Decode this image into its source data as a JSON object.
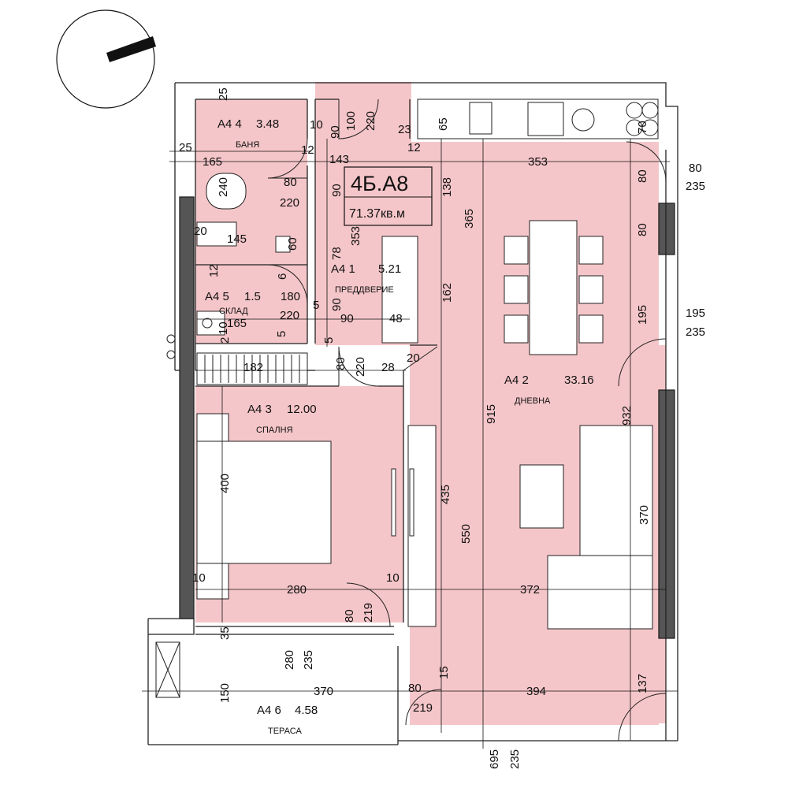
{
  "unit": {
    "code": "4Б.А8",
    "area": "71.37кв.м"
  },
  "rooms": [
    {
      "code": "А4 1",
      "area": "5.21",
      "name": "ПРЕДДВЕРИЕ"
    },
    {
      "code": "А4 2",
      "area": "33.16",
      "name": "ДНЕВНА"
    },
    {
      "code": "А4 3",
      "area": "12.00",
      "name": "СПАЛНЯ"
    },
    {
      "code": "А4 4",
      "area": "3.48",
      "name": "БАНЯ"
    },
    {
      "code": "А4 5",
      "area": "1.5",
      "name": "СКЛАД"
    },
    {
      "code": "А4 6",
      "area": "4.58",
      "name": "ТЕРАСА"
    }
  ],
  "dimensions": {
    "d25_top": "25",
    "d25_left": "25",
    "d165_a": "165",
    "d143": "143",
    "d353_h": "353",
    "d10_a": "10",
    "d90_a": "90",
    "d100": "100",
    "d220_a": "220",
    "d23": "23",
    "d65": "65",
    "d12_a": "12",
    "d12_b": "12",
    "d70": "70",
    "d240": "240",
    "d80_a": "80",
    "d220_b": "220",
    "d90_b": "90",
    "d138": "138",
    "d365": "365",
    "d20_a": "20",
    "d145": "145",
    "d60": "60",
    "d78": "78",
    "d353_v": "353",
    "d12_c": "12",
    "d6": "6",
    "d180": "180",
    "d220_c": "220",
    "d5_a": "5",
    "d90_c": "90",
    "d162": "162",
    "d165_b": "165",
    "d90_d": "90",
    "d48": "48",
    "d10_b": "10",
    "d2": "2",
    "d5_b": "5",
    "d5_c": "5",
    "d182": "182",
    "d80_b": "80",
    "d220_d": "220",
    "d28": "28",
    "d20_b": "20",
    "d80_c": "80",
    "d80_d": "80",
    "d195_v": "195",
    "d932": "932",
    "d915": "915",
    "d400": "400",
    "d435": "435",
    "d550": "550",
    "d370_v": "370",
    "d10_c": "10",
    "d280_h": "280",
    "d10_d": "10",
    "d372": "372",
    "d80_e": "80",
    "d219_a": "219",
    "d35": "35",
    "d280_v": "280",
    "d235_v": "235",
    "d15": "15",
    "d150": "150",
    "d370_h": "370",
    "d80_f": "80",
    "d394": "394",
    "d219_b": "219",
    "d137": "137",
    "d695": "695",
    "d235_bottom": "235",
    "win1_top": "80",
    "win1_bot": "235",
    "win2_top": "195",
    "win2_bot": "235"
  },
  "colors": {
    "room_fill": "#f5c6c9",
    "wall": "#222222",
    "dim_line": "#111111"
  }
}
